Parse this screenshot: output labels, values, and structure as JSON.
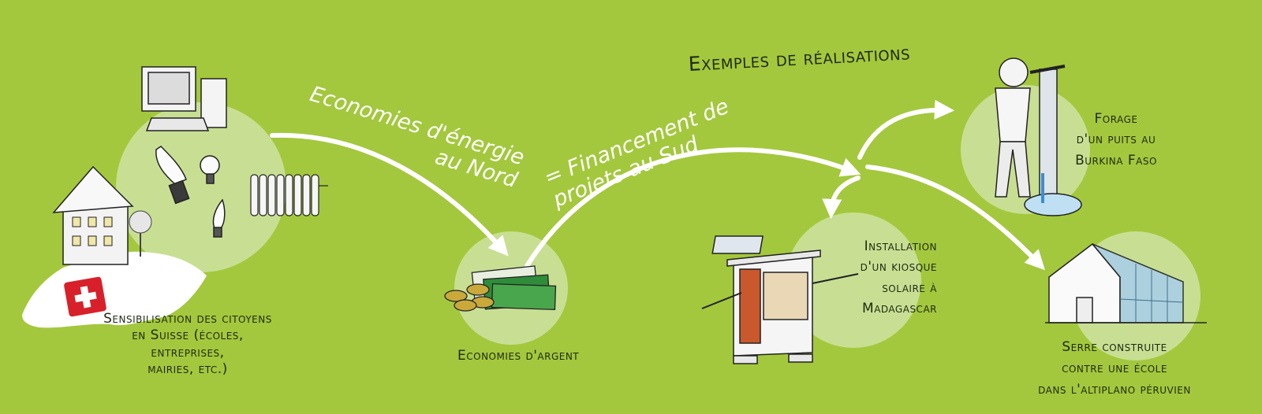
{
  "colors": {
    "background": "#a3c83d",
    "circle": "#cfe3a2",
    "arrow": "#ffffff",
    "text": "#1f2a12"
  },
  "flow": {
    "arrow1_label": "Economies d'énergie\nau Nord",
    "arrow2_label": "= Financement de\nprojets au Sud",
    "section_title": "Exemples de réalisations"
  },
  "nodes": {
    "citizens": {
      "label": "Sensibilisation des citoyens\nen Suisse (écoles, entreprises,\nmairies, etc.)",
      "icons": [
        "house-icon",
        "computer-icon",
        "lightbulb-icon",
        "radiator-icon",
        "swiss-flag-icon"
      ]
    },
    "savings": {
      "label": "Economies d'argent",
      "icons": [
        "coins-icon",
        "banknotes-icon"
      ]
    },
    "well": {
      "label": "Forage\nd'un puits au\nBurkina Faso",
      "icons": [
        "water-pump-icon"
      ]
    },
    "kiosk": {
      "label": "Installation\nd'un kiosque\nsolaire à\nMadagascar",
      "icons": [
        "solar-kiosk-icon"
      ]
    },
    "greenhouse": {
      "label": "Serre construite\ncontre une école\ndans l'altiplano péruvien",
      "icons": [
        "greenhouse-icon"
      ]
    }
  }
}
